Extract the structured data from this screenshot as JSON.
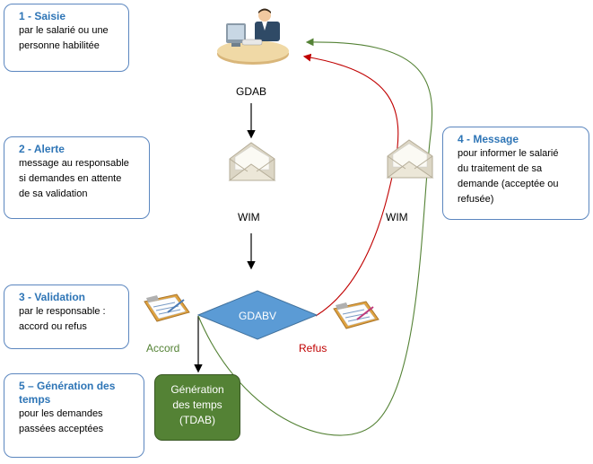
{
  "steps": [
    {
      "title": "1 - Saisie",
      "desc": [
        "par le salarié ou une",
        "personne habilitée"
      ]
    },
    {
      "title": "2 - Alerte",
      "desc": [
        "message au responsable",
        "si demandes en attente",
        "de sa validation"
      ]
    },
    {
      "title": "3 - Validation",
      "desc": [
        "par le responsable :",
        "accord ou refus"
      ]
    },
    {
      "title": "5 – Génération des temps",
      "desc": [
        "pour les demandes",
        "passées acceptées"
      ]
    },
    {
      "title": "4 - Message",
      "desc": [
        "pour informer le salarié",
        "du traitement de sa",
        "demande (acceptée ou",
        "refusée)"
      ]
    }
  ],
  "nodes": {
    "gdab": "GDAB",
    "wim_left": "WIM",
    "wim_right": "WIM",
    "gdabv": "GDABV",
    "generation": [
      "Génération",
      "des temps",
      "(TDAB)"
    ]
  },
  "edges": {
    "accord": "Accord",
    "refus": "Refus"
  },
  "icons": {
    "user": "computer-user-icon",
    "envelope": "envelope-icon",
    "clipboard": "clipboard-icon"
  },
  "colors": {
    "title_blue": "#2e75b6",
    "box_border": "#5b86bf",
    "diamond": "#5b9bd5",
    "accord_green": "#548235",
    "refus_red": "#c00000"
  }
}
